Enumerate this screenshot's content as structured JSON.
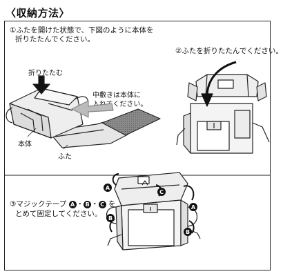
{
  "title": "〈収納方法〉",
  "step1": {
    "line1": "①ふたを開けた状態で、下図のように本体を",
    "line2": "折りたたんでください。",
    "fold_label": "折りたたむ",
    "sheet_label_1": "中敷きは本体に",
    "sheet_label_2": "入れてください。",
    "body_label": "本体",
    "lid_label": "ふた"
  },
  "step2": {
    "line1": "②ふたを折りたたんでください。"
  },
  "step3": {
    "line1_prefix": "③マジックテープ",
    "line1_suffix": "を",
    "line2": "とめて固定してください。",
    "badges": [
      "A",
      "B",
      "C"
    ],
    "badge_sep": "・"
  }
}
